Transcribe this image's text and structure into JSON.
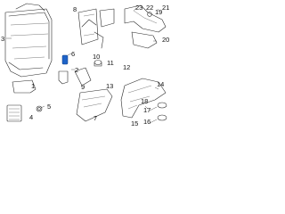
{
  "accent_color": "#1e63c8",
  "outline_color": "#2a2a2a",
  "callouts": [
    "1",
    "2",
    "3",
    "4",
    "5",
    "6",
    "7",
    "8",
    "9",
    "10",
    "11",
    "12",
    "13",
    "14",
    "15",
    "16",
    "17",
    "18",
    "19",
    "20",
    "21",
    "22",
    "23"
  ]
}
